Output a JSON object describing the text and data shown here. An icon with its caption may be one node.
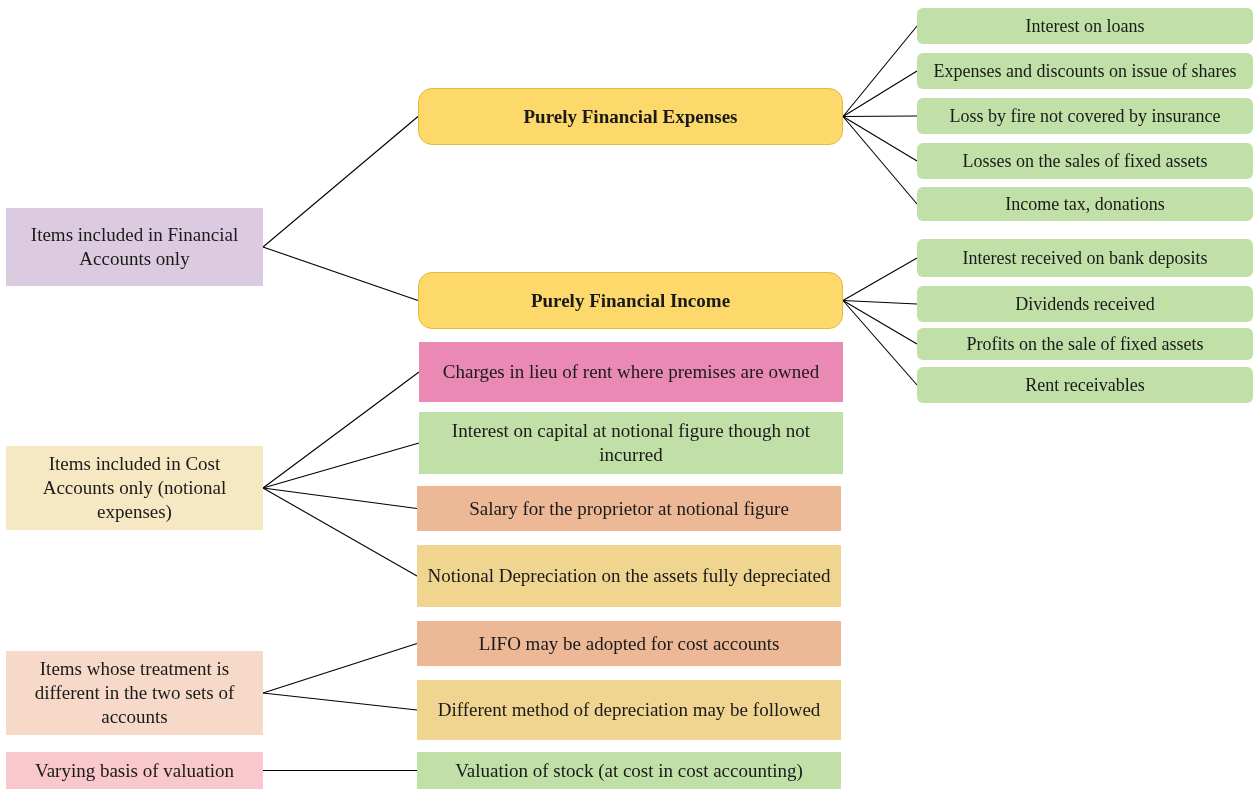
{
  "diagram": {
    "nodes": [
      {
        "text": [
          "Items included in Financial Accounts only"
        ]
      },
      {
        "text": [
          "Purely Financial Expenses"
        ]
      },
      {
        "text": [
          "Interest on loans"
        ]
      },
      {
        "text": [
          "Expenses and discounts on issue of shares"
        ]
      },
      {
        "text": [
          "Loss by fire not covered by insurance"
        ]
      },
      {
        "text": [
          "Losses on the sales of fixed assets"
        ]
      },
      {
        "text": [
          "Income tax, donations"
        ]
      },
      {
        "text": [
          "Purely Financial Income"
        ]
      },
      {
        "text": [
          "Interest received on bank deposits"
        ]
      },
      {
        "text": [
          "Dividends received"
        ]
      },
      {
        "text": [
          "Profits on the sale of fixed assets"
        ]
      },
      {
        "text": [
          "Rent receivables"
        ]
      },
      {
        "text": [
          "Items included in Cost Accounts only (notional expenses)"
        ]
      },
      {
        "text": [
          "Charges in lieu of rent where premises are owned"
        ]
      },
      {
        "text": [
          "Interest on capital at notional figure though not incurred"
        ]
      },
      {
        "text": [
          "Salary for the proprietor at notional figure"
        ]
      },
      {
        "text": [
          "Notional Depreciation on the assets fully depreciated"
        ]
      },
      {
        "text": [
          "Items whose treatment is different in the two sets of accounts"
        ]
      },
      {
        "text": [
          "LIFO may be adopted for cost accounts"
        ]
      },
      {
        "text": [
          "Different method of depreciation may be followed"
        ]
      },
      {
        "text": [
          "Varying basis of valuation"
        ]
      },
      {
        "text": [
          "Valuation of stock (at cost in cost accounting)"
        ]
      }
    ],
    "edges": [
      {
        "from": 0,
        "to": 1,
        "arrow": "none"
      },
      {
        "from": 0,
        "to": 7,
        "arrow": "none"
      },
      {
        "from": 1,
        "to": 2,
        "arrow": "none"
      },
      {
        "from": 1,
        "to": 3,
        "arrow": "none"
      },
      {
        "from": 1,
        "to": 4,
        "arrow": "none"
      },
      {
        "from": 1,
        "to": 5,
        "arrow": "none"
      },
      {
        "from": 1,
        "to": 6,
        "arrow": "none"
      },
      {
        "from": 7,
        "to": 8,
        "arrow": "none"
      },
      {
        "from": 7,
        "to": 9,
        "arrow": "none"
      },
      {
        "from": 7,
        "to": 10,
        "arrow": "none"
      },
      {
        "from": 7,
        "to": 11,
        "arrow": "none"
      },
      {
        "from": 12,
        "to": 13,
        "arrow": "none"
      },
      {
        "from": 12,
        "to": 14,
        "arrow": "none"
      },
      {
        "from": 12,
        "to": 15,
        "arrow": "none"
      },
      {
        "from": 12,
        "to": 16,
        "arrow": "none"
      },
      {
        "from": 17,
        "to": 18,
        "arrow": "none"
      },
      {
        "from": 17,
        "to": 19,
        "arrow": "none"
      },
      {
        "from": 20,
        "to": 21,
        "arrow": "none"
      }
    ]
  }
}
